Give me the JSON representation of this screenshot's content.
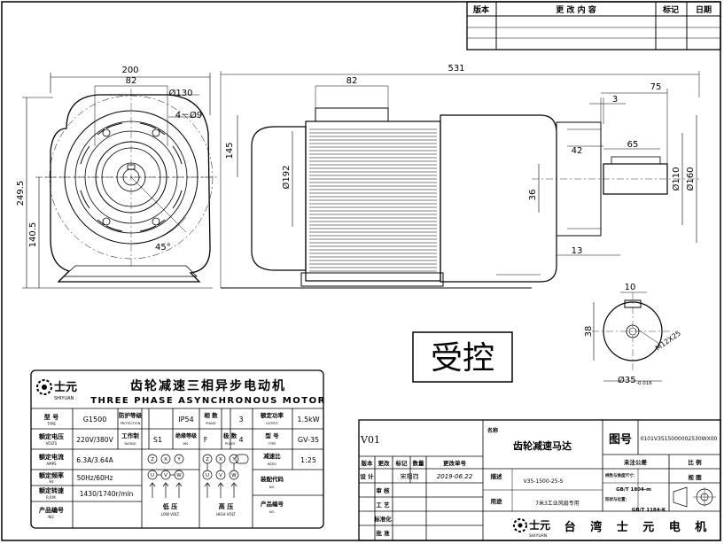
{
  "revision_table": {
    "headers": [
      "版本",
      "更 改 内 容",
      "标记",
      "日期"
    ]
  },
  "dimensions": {
    "front": [
      "200",
      "82",
      "Ø130",
      "4－Ø9",
      "249.5",
      "140.5",
      "45°"
    ],
    "side": [
      "531",
      "82",
      "75",
      "3",
      "145",
      "Ø192",
      "42",
      "65",
      "36",
      "Ø110",
      "Ø160",
      "13"
    ],
    "shaft": [
      "10",
      "38",
      "M12X25",
      "Ø35",
      "-0.016"
    ]
  },
  "stamp": "受控",
  "nameplate": {
    "brand_cn": "士元",
    "brand_en": "SHIYUAN",
    "title_cn": "齿轮减速三相异步电动机",
    "title_en": "THREE PHASE ASYNCHRONOUS MOTOR",
    "row1": {
      "l1": "型 号",
      "s1": "TYPE",
      "v1": "G1500",
      "l2": "防护等级",
      "s2": "PROTECTION",
      "v2": "IP54",
      "l3": "相 数",
      "s3": "PHASE",
      "v3": "3",
      "l4": "额定功率",
      "s4": "OUTPUT",
      "v4": "1.5kW"
    },
    "row2": {
      "l1": "额定电压",
      "s1": "VOLTS",
      "v1": "220V/380V",
      "l2": "工作制",
      "s2": "RATING",
      "v2": "S1",
      "l3": "绝缘等级",
      "s3": "INS.",
      "v3": "F",
      "l4": "极 数",
      "s4": "POLES",
      "v4": "4",
      "l5": "型 号",
      "s5": "TYPE",
      "v5": "GV-35"
    },
    "row3": {
      "l1": "额定电流",
      "s1": "AMPS",
      "v1": "6.3A/3.64A",
      "l5": "减速比",
      "s5": "RATIO",
      "v5": "1:25"
    },
    "row4": {
      "l1": "额定频率",
      "s1": "Hz",
      "v1": "50Hz/60Hz",
      "l5": "装配代码",
      "s5": "NO."
    },
    "row5": {
      "l1": "额定转速",
      "s1": "R.P.M.",
      "v1": "1430/1740r/min"
    },
    "row6": {
      "l1": "产品编号",
      "s1": "NO.",
      "l2": "低 压",
      "s2": "LOW VOLT",
      "l3": "高 压",
      "s3": "HIGH VOLT",
      "l5": "产品编号",
      "s5": "NO."
    },
    "terminals_low": [
      "Z",
      "X",
      "Y",
      "U",
      "V",
      "W"
    ],
    "terminals_high": [
      "U",
      "V",
      "W",
      "Z",
      "X",
      "Y"
    ]
  },
  "title_block": {
    "version": "V01",
    "name_label": "名称",
    "name": "齿轮减速马达",
    "drawing_no_label": "图号",
    "drawing_no": "0101V3515000002530WX00",
    "cols": [
      "版本",
      "更改",
      "标记",
      "数量",
      "更改单号"
    ],
    "tolerance_label": "未注公差",
    "scale_label": "比 例",
    "design_label": "设 计",
    "designer": "宋相岿",
    "date": "2019-06.22",
    "desc_label": "描述",
    "desc": "V35-1500-25-S",
    "review_label": "审 核",
    "process_label": "工 艺",
    "std_label": "标准化",
    "approve_label": "批 准",
    "use_label": "用途",
    "use": "7米3工业风扇专用",
    "std1_label": "线性与角度尺寸：",
    "std1": "GB/T 1804-m",
    "std2_label": "形状与位置：",
    "std2": "GB/T 1184-K",
    "view_label": "视 图",
    "company_brand": "士元",
    "company_brand_en": "SHIYUAN",
    "company": "台 湾 士 元 电 机"
  }
}
